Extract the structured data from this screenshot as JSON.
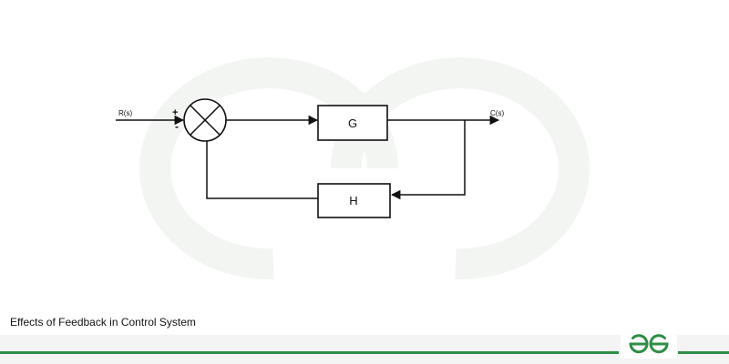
{
  "diagram": {
    "input_label": "R(s)",
    "output_label": "C(s)",
    "plus_sign": "+",
    "minus_sign": "-",
    "forward_block": "G",
    "feedback_block": "H"
  },
  "caption": "Effects of Feedback in Control System",
  "brand": {
    "logo": "geeksforgeeks-logo",
    "accent_color": "#2f8d46"
  }
}
